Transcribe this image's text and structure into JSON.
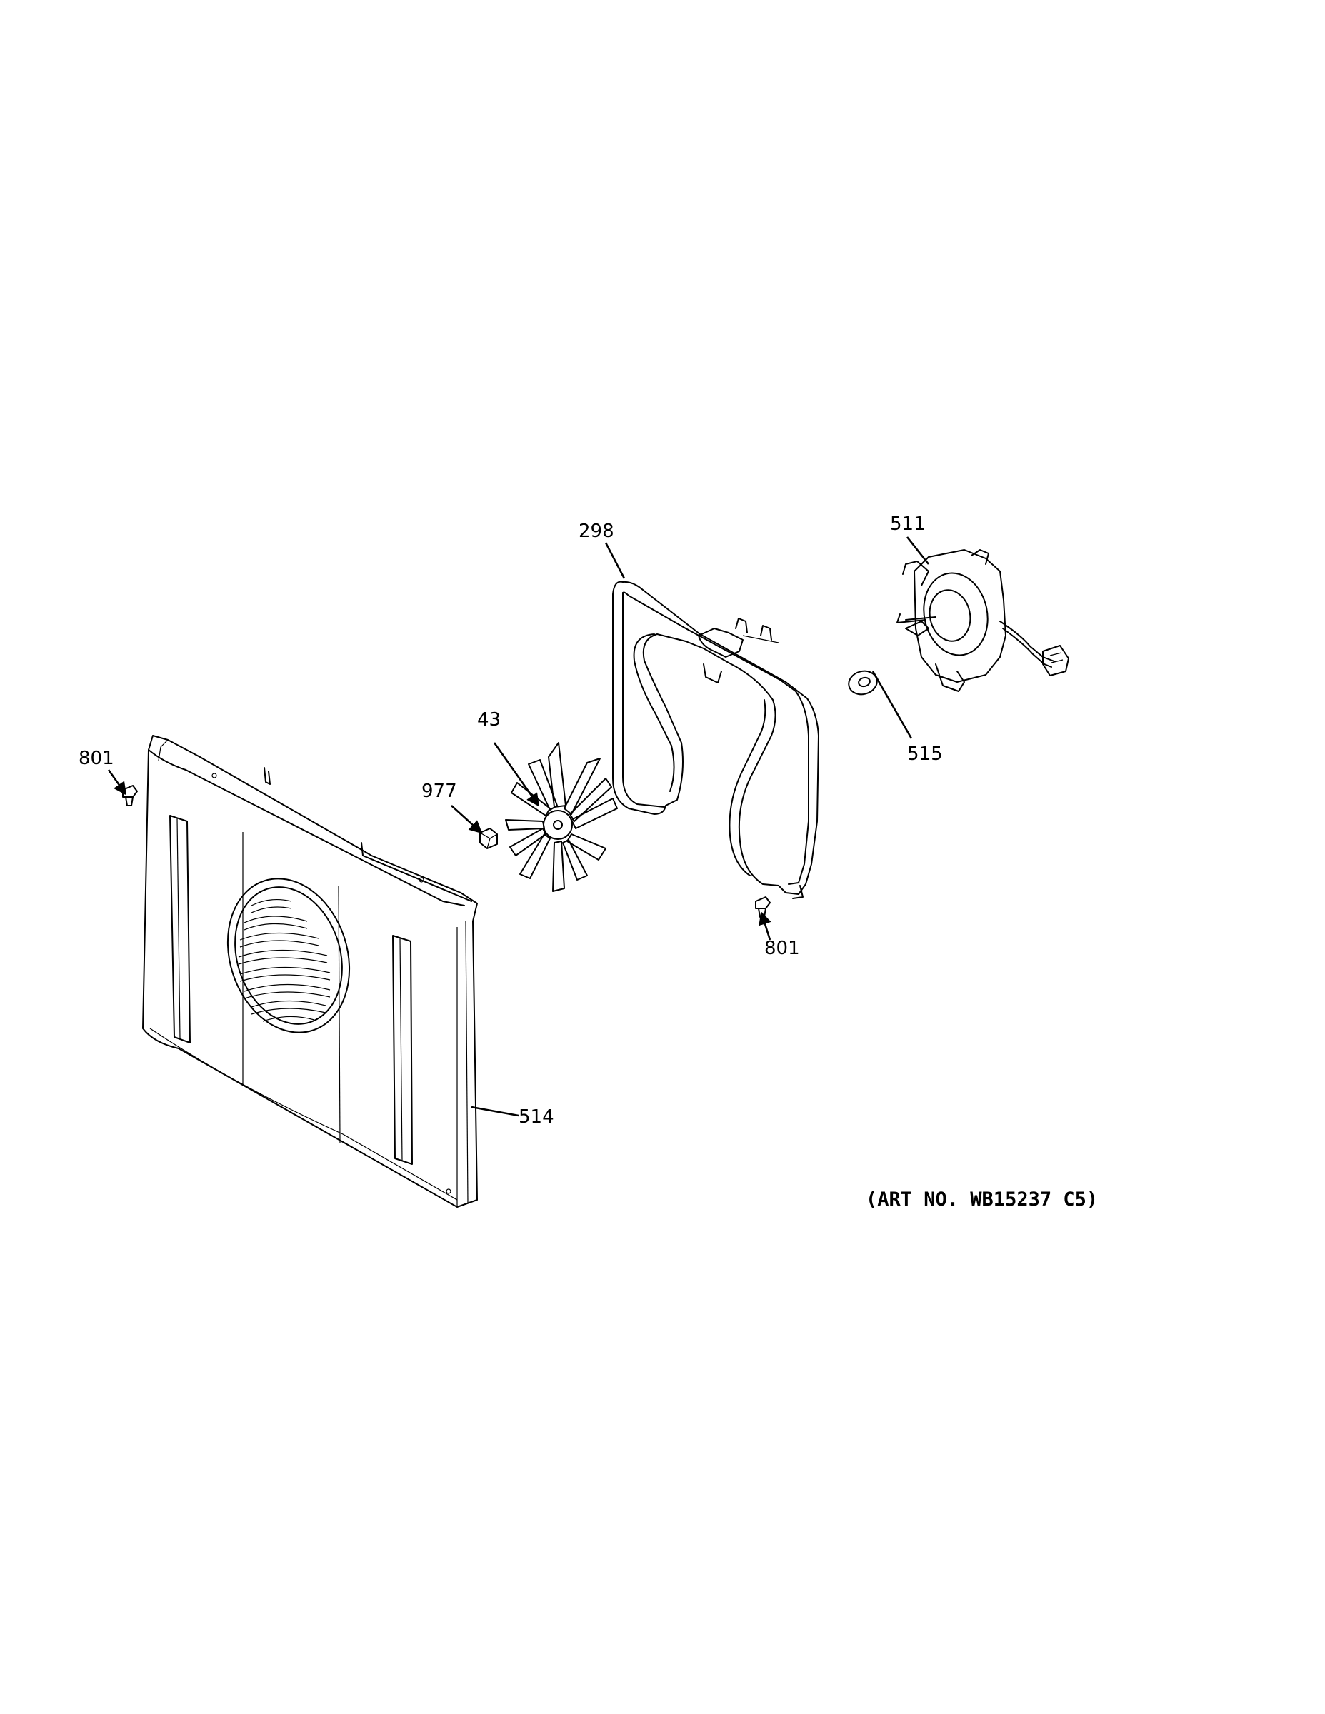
{
  "diagram": {
    "art_number": "(ART NO. WB15237 C5)",
    "callouts": [
      {
        "id": "298",
        "label": "298"
      },
      {
        "id": "511",
        "label": "511"
      },
      {
        "id": "43",
        "label": "43"
      },
      {
        "id": "801a",
        "label": "801"
      },
      {
        "id": "977",
        "label": "977"
      },
      {
        "id": "515",
        "label": "515"
      },
      {
        "id": "801b",
        "label": "801"
      },
      {
        "id": "514",
        "label": "514"
      }
    ]
  }
}
